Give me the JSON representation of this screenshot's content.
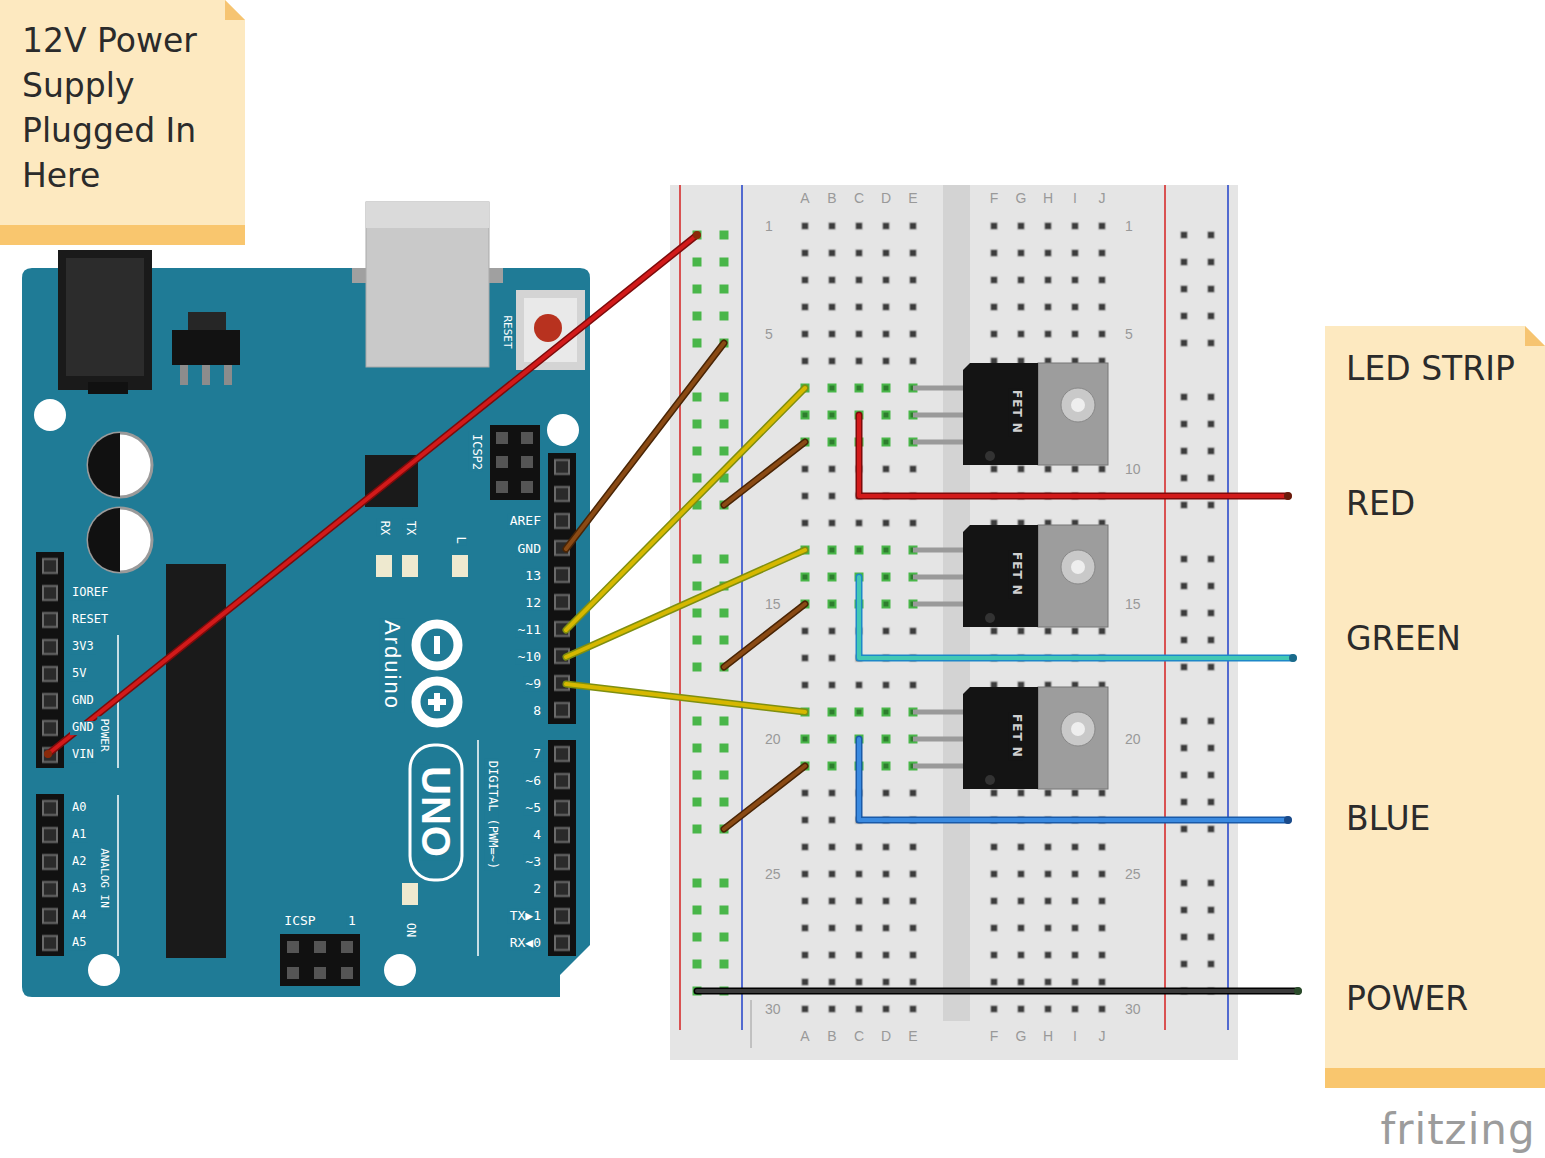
{
  "diagram": {
    "nodes": [
      {
        "text": [
          "12V Power Supply Plugged In Here"
        ]
      },
      {
        "text": [
          "LED STRIP",
          "RED",
          "GREEN",
          "BLUE",
          "POWER"
        ]
      }
    ],
    "labels": [
      "RESET",
      "ICSP2",
      "TX",
      "RX",
      "L",
      "AREF",
      "GND",
      "13",
      "12",
      "~11",
      "~10",
      "~9",
      "8",
      "IOREF",
      "RESET",
      "3V3",
      "5V",
      "GND",
      "GND",
      "VIN",
      "POWER",
      "Arduino",
      "7",
      "~6",
      "~5",
      "4",
      "~3",
      "2",
      "TX▶1",
      "RX◀0",
      "DIGITAL (PWM=~)",
      "UNO",
      "A0",
      "A1",
      "A2",
      "A3",
      "A4",
      "A5",
      "ANALOG IN",
      "ICSP",
      "1",
      "ON",
      "A",
      "B",
      "C",
      "D",
      "E",
      "F",
      "G",
      "H",
      "I",
      "J",
      "1",
      "1",
      "5",
      "5",
      "10",
      "15",
      "15",
      "20",
      "20",
      "25",
      "25",
      "30",
      "30",
      "A",
      "B",
      "C",
      "D",
      "E",
      "F",
      "G",
      "H",
      "I",
      "J",
      "FET N",
      "FET N",
      "FET N",
      "fritzing"
    ]
  }
}
